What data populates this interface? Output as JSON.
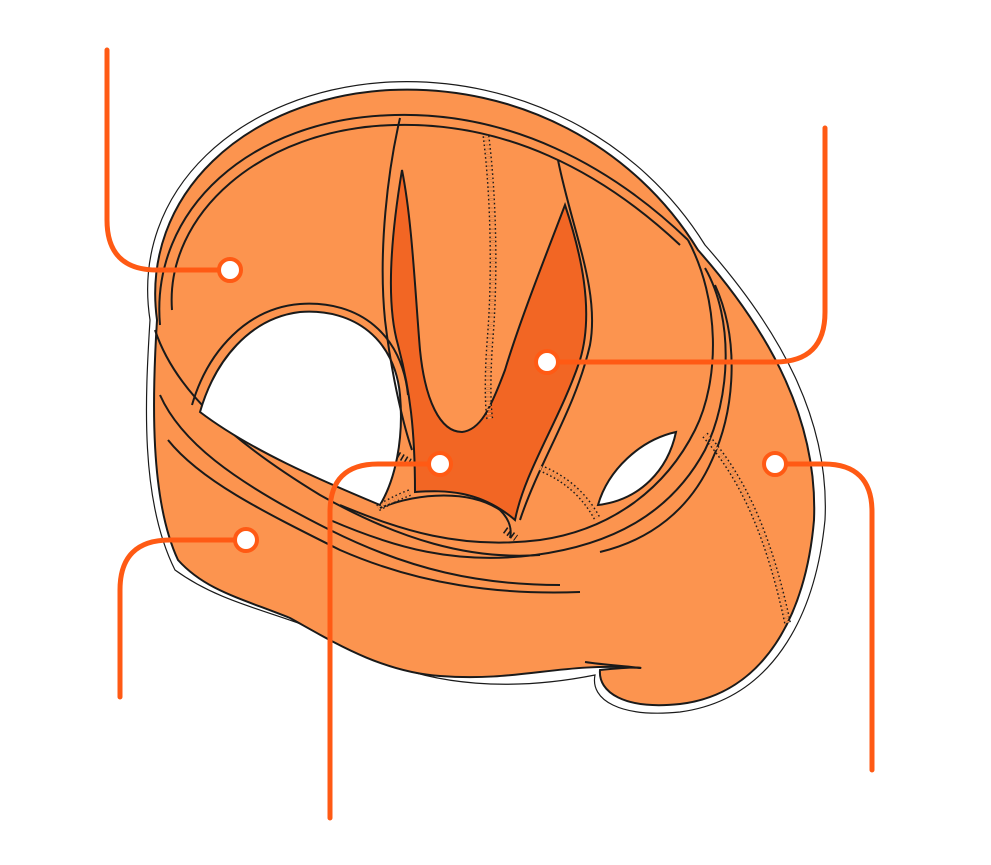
{
  "diagram": {
    "colors": {
      "body": "#fc944f",
      "core": "#f26624",
      "leader": "#ff5a14",
      "outline": "#1a1a1a",
      "marker_fill": "#ffffff",
      "background": "#ffffff"
    },
    "callouts": [
      {
        "id": "upper-left-panel",
        "label": ""
      },
      {
        "id": "center-strap",
        "label": ""
      },
      {
        "id": "center-bottom-junction",
        "label": ""
      },
      {
        "id": "lower-left-band",
        "label": ""
      },
      {
        "id": "right-heel-cup",
        "label": ""
      }
    ]
  }
}
